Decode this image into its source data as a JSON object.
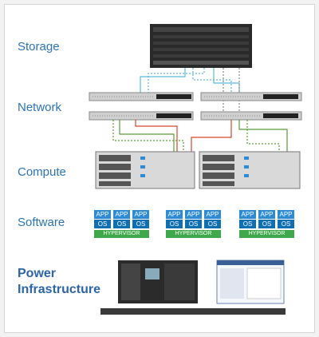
{
  "layers": {
    "storage": "Storage",
    "network": "Network",
    "compute": "Compute",
    "software": "Software",
    "power_line1": "Power",
    "power_line2": "Infrastructure"
  },
  "software": {
    "app": "APP",
    "os": "OS",
    "hypervisor": "HYPERVISOR"
  },
  "colors": {
    "label": "#2c74b8",
    "link_blue": "#5bb7e0",
    "link_green": "#5a9e3a",
    "link_red": "#d9472b",
    "app": "#2d8bd6",
    "os": "#0f6fb3",
    "hypervisor": "#3fa84a"
  }
}
